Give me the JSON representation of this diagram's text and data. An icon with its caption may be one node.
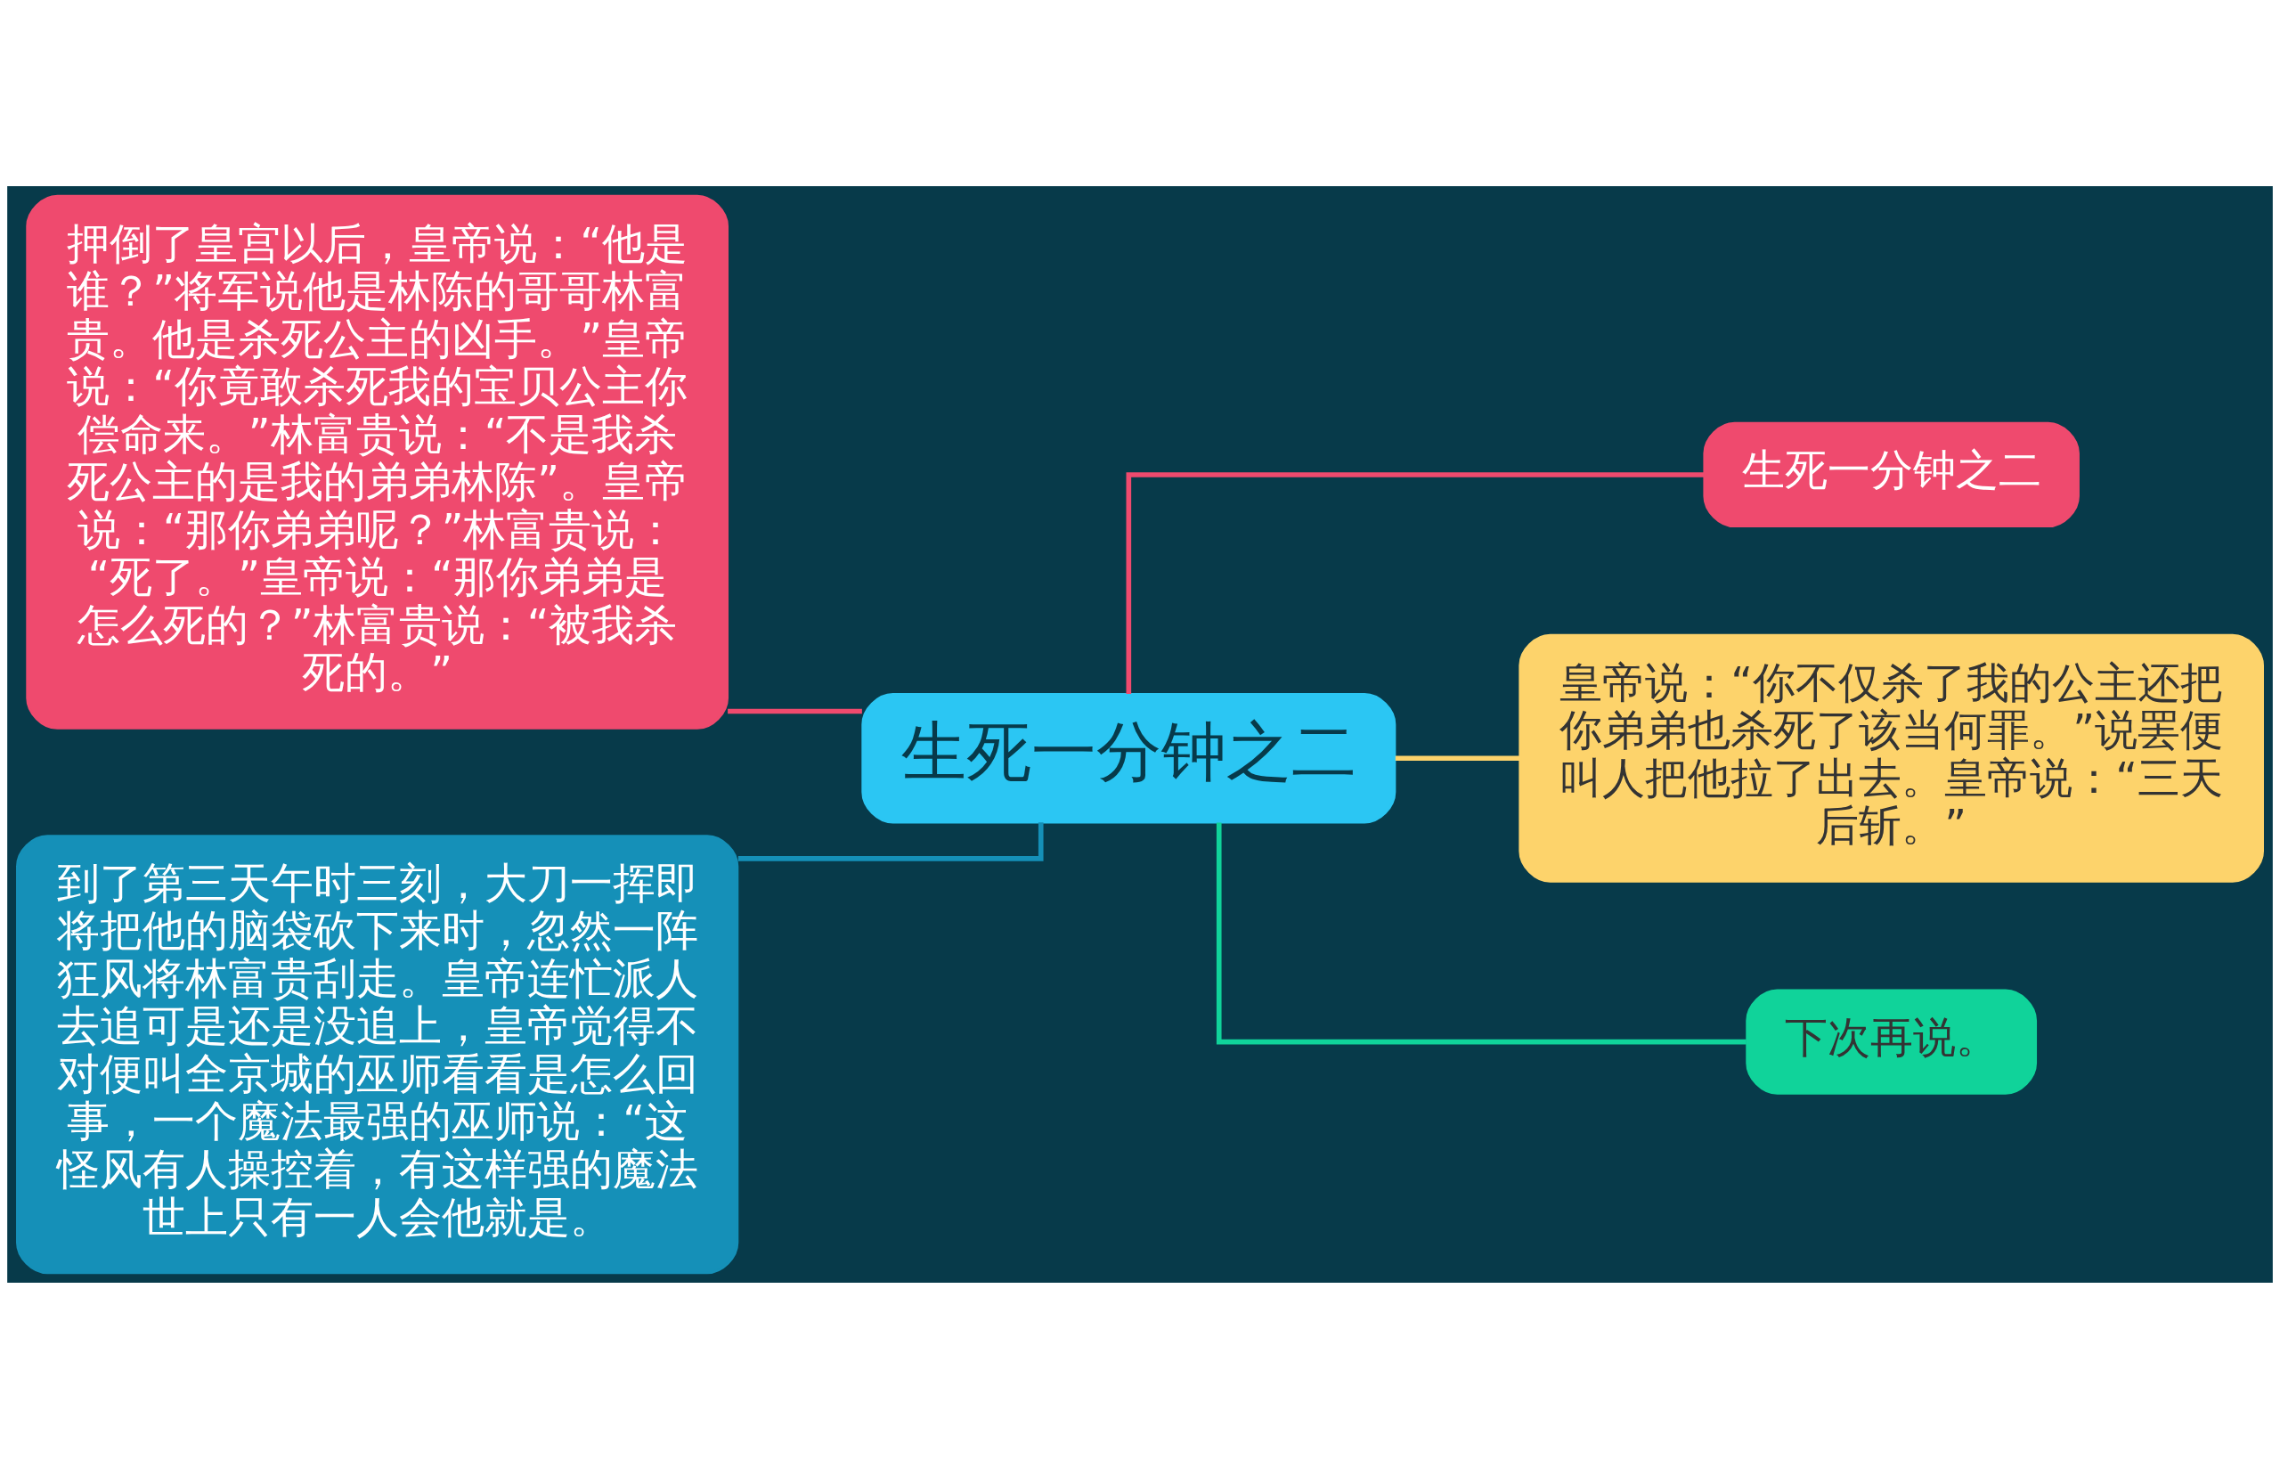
{
  "diagram": {
    "nodes": [
      {
        "text": [
          "生死一分钟之二"
        ]
      },
      {
        "text": [
          "押倒了皇宫以后，皇帝说：“他是谁？”将军说他是林陈的哥哥林富贵。他是杀死公主的凶手。”皇帝说：“你竟敢杀死我的宝贝公主你偿命来。”林富贵说：“不是我杀死公主的是我的弟弟林陈”。皇帝说：“那你弟弟呢？”林富贵说：“死了。”皇帝说：“那你弟弟是怎么死的？”林富贵说：“被我杀死的。”"
        ]
      },
      {
        "text": [
          "到了第三天午时三刻，大刀一挥即将把他的脑袋砍下来时，忽然一阵狂风将林富贵刮走。皇帝连忙派人去追可是还是没追上，皇帝觉得不对便叫全京城的巫师看看是怎么回事，一个魔法最强的巫师说：“这怪风有人操控着，有这样强的魔法世上只有一人会他就是。"
        ]
      },
      {
        "text": [
          "生死一分钟之二"
        ]
      },
      {
        "text": [
          "皇帝说：“你不仅杀了我的公主还把你弟弟也杀死了该当何罪。”说罢便叫人把他拉了出去。皇帝说：“三天后斩。”"
        ]
      },
      {
        "text": [
          "下次再说。"
        ]
      }
    ],
    "edges": [
      {
        "from": 0,
        "to": 1,
        "arrow": "none",
        "color": "#ef4a6e"
      },
      {
        "from": 0,
        "to": 2,
        "arrow": "none",
        "color": "#1590b8"
      },
      {
        "from": 0,
        "to": 3,
        "arrow": "none",
        "color": "#ef4a6e"
      },
      {
        "from": 0,
        "to": 4,
        "arrow": "none",
        "color": "#fdd36b"
      },
      {
        "from": 0,
        "to": 5,
        "arrow": "none",
        "color": "#10d39a"
      }
    ]
  }
}
